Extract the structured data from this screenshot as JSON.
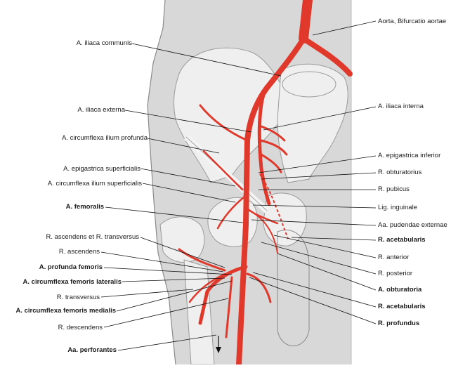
{
  "labels_left": [
    {
      "id": "iliaca-communis",
      "text": "A. iliaca communis",
      "bold": false
    },
    {
      "id": "iliaca-externa",
      "text": "A. iliaca externa",
      "bold": false
    },
    {
      "id": "circumflexa-ilium-profunda",
      "text": "A. circumflexa ilium profunda",
      "bold": false
    },
    {
      "id": "epigastrica-superficialis",
      "text": "A. epigastrica superficialis",
      "bold": false
    },
    {
      "id": "circumflexa-ilium-superficialis",
      "text": "A. circumflexa ilium superficialis",
      "bold": false
    },
    {
      "id": "femoralis",
      "text": "A. femoralis",
      "bold": true
    },
    {
      "id": "r-ascendens-transversus",
      "text": "R. ascendens et R. transversus",
      "bold": false
    },
    {
      "id": "r-ascendens",
      "text": "R. ascendens",
      "bold": false
    },
    {
      "id": "profunda-femoris",
      "text": "A. profunda femoris",
      "bold": true
    },
    {
      "id": "circumflexa-femoris-lateralis",
      "text": "A. circumflexa femoris lateralis",
      "bold": true
    },
    {
      "id": "r-transversus",
      "text": "R. transversus",
      "bold": false
    },
    {
      "id": "circumflexa-femoris-medialis",
      "text": "A. circumflexa femoris medialis",
      "bold": true
    },
    {
      "id": "r-descendens",
      "text": "R. descendens",
      "bold": false
    },
    {
      "id": "aa-perforantes",
      "text": "Aa. perforantes",
      "bold": true
    }
  ],
  "labels_right": [
    {
      "id": "aorta",
      "text": "Aorta, Bifurcatio aortae",
      "bold": false
    },
    {
      "id": "iliaca-interna",
      "text": "A. iliaca interna",
      "bold": false
    },
    {
      "id": "epigastrica-inferior",
      "text": "A. epigastrica inferior",
      "bold": false
    },
    {
      "id": "r-obturatorius",
      "text": "R. obturatorius",
      "bold": false
    },
    {
      "id": "r-pubicus",
      "text": "R. pubicus",
      "bold": false
    },
    {
      "id": "lig-inguinale",
      "text": "Lig. inguinale",
      "bold": false
    },
    {
      "id": "aa-pudendae-externae",
      "text": "Aa. pudendae externae",
      "bold": false
    },
    {
      "id": "r-acetabularis-1",
      "text": "R. acetabularis",
      "bold": true
    },
    {
      "id": "r-anterior",
      "text": "R. anterior",
      "bold": false
    },
    {
      "id": "r-posterior",
      "text": "R. posterior",
      "bold": false
    },
    {
      "id": "obturatoria",
      "text": "A. obturatoria",
      "bold": true
    },
    {
      "id": "r-acetabularis-2",
      "text": "R. acetabularis",
      "bold": true
    },
    {
      "id": "r-profundus",
      "text": "R. profundus",
      "bold": true
    }
  ],
  "colors": {
    "artery": "#e0392b",
    "artery_dark": "#c42a1f",
    "bone": "#ececec",
    "body": "#d6d6d6",
    "outline": "#8a8a8a",
    "leader": "#111111"
  }
}
